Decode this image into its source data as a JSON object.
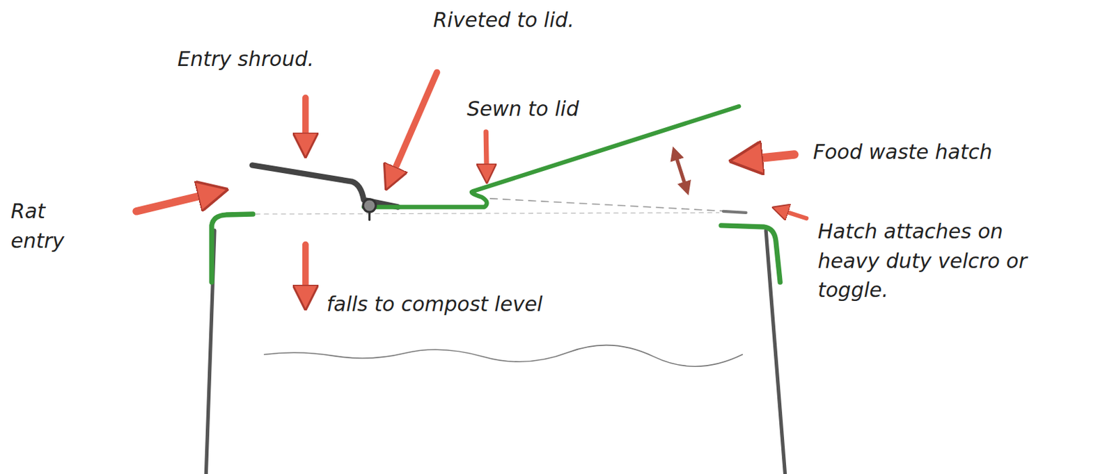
{
  "diagram": {
    "labels": [
      "Entry shroud.",
      "Riveted to lid.",
      "Sewn to lid",
      "Food waste hatch",
      "Rat entry",
      "falls to compost level",
      "Hatch attaches on heavy duty velcro or toggle."
    ]
  }
}
